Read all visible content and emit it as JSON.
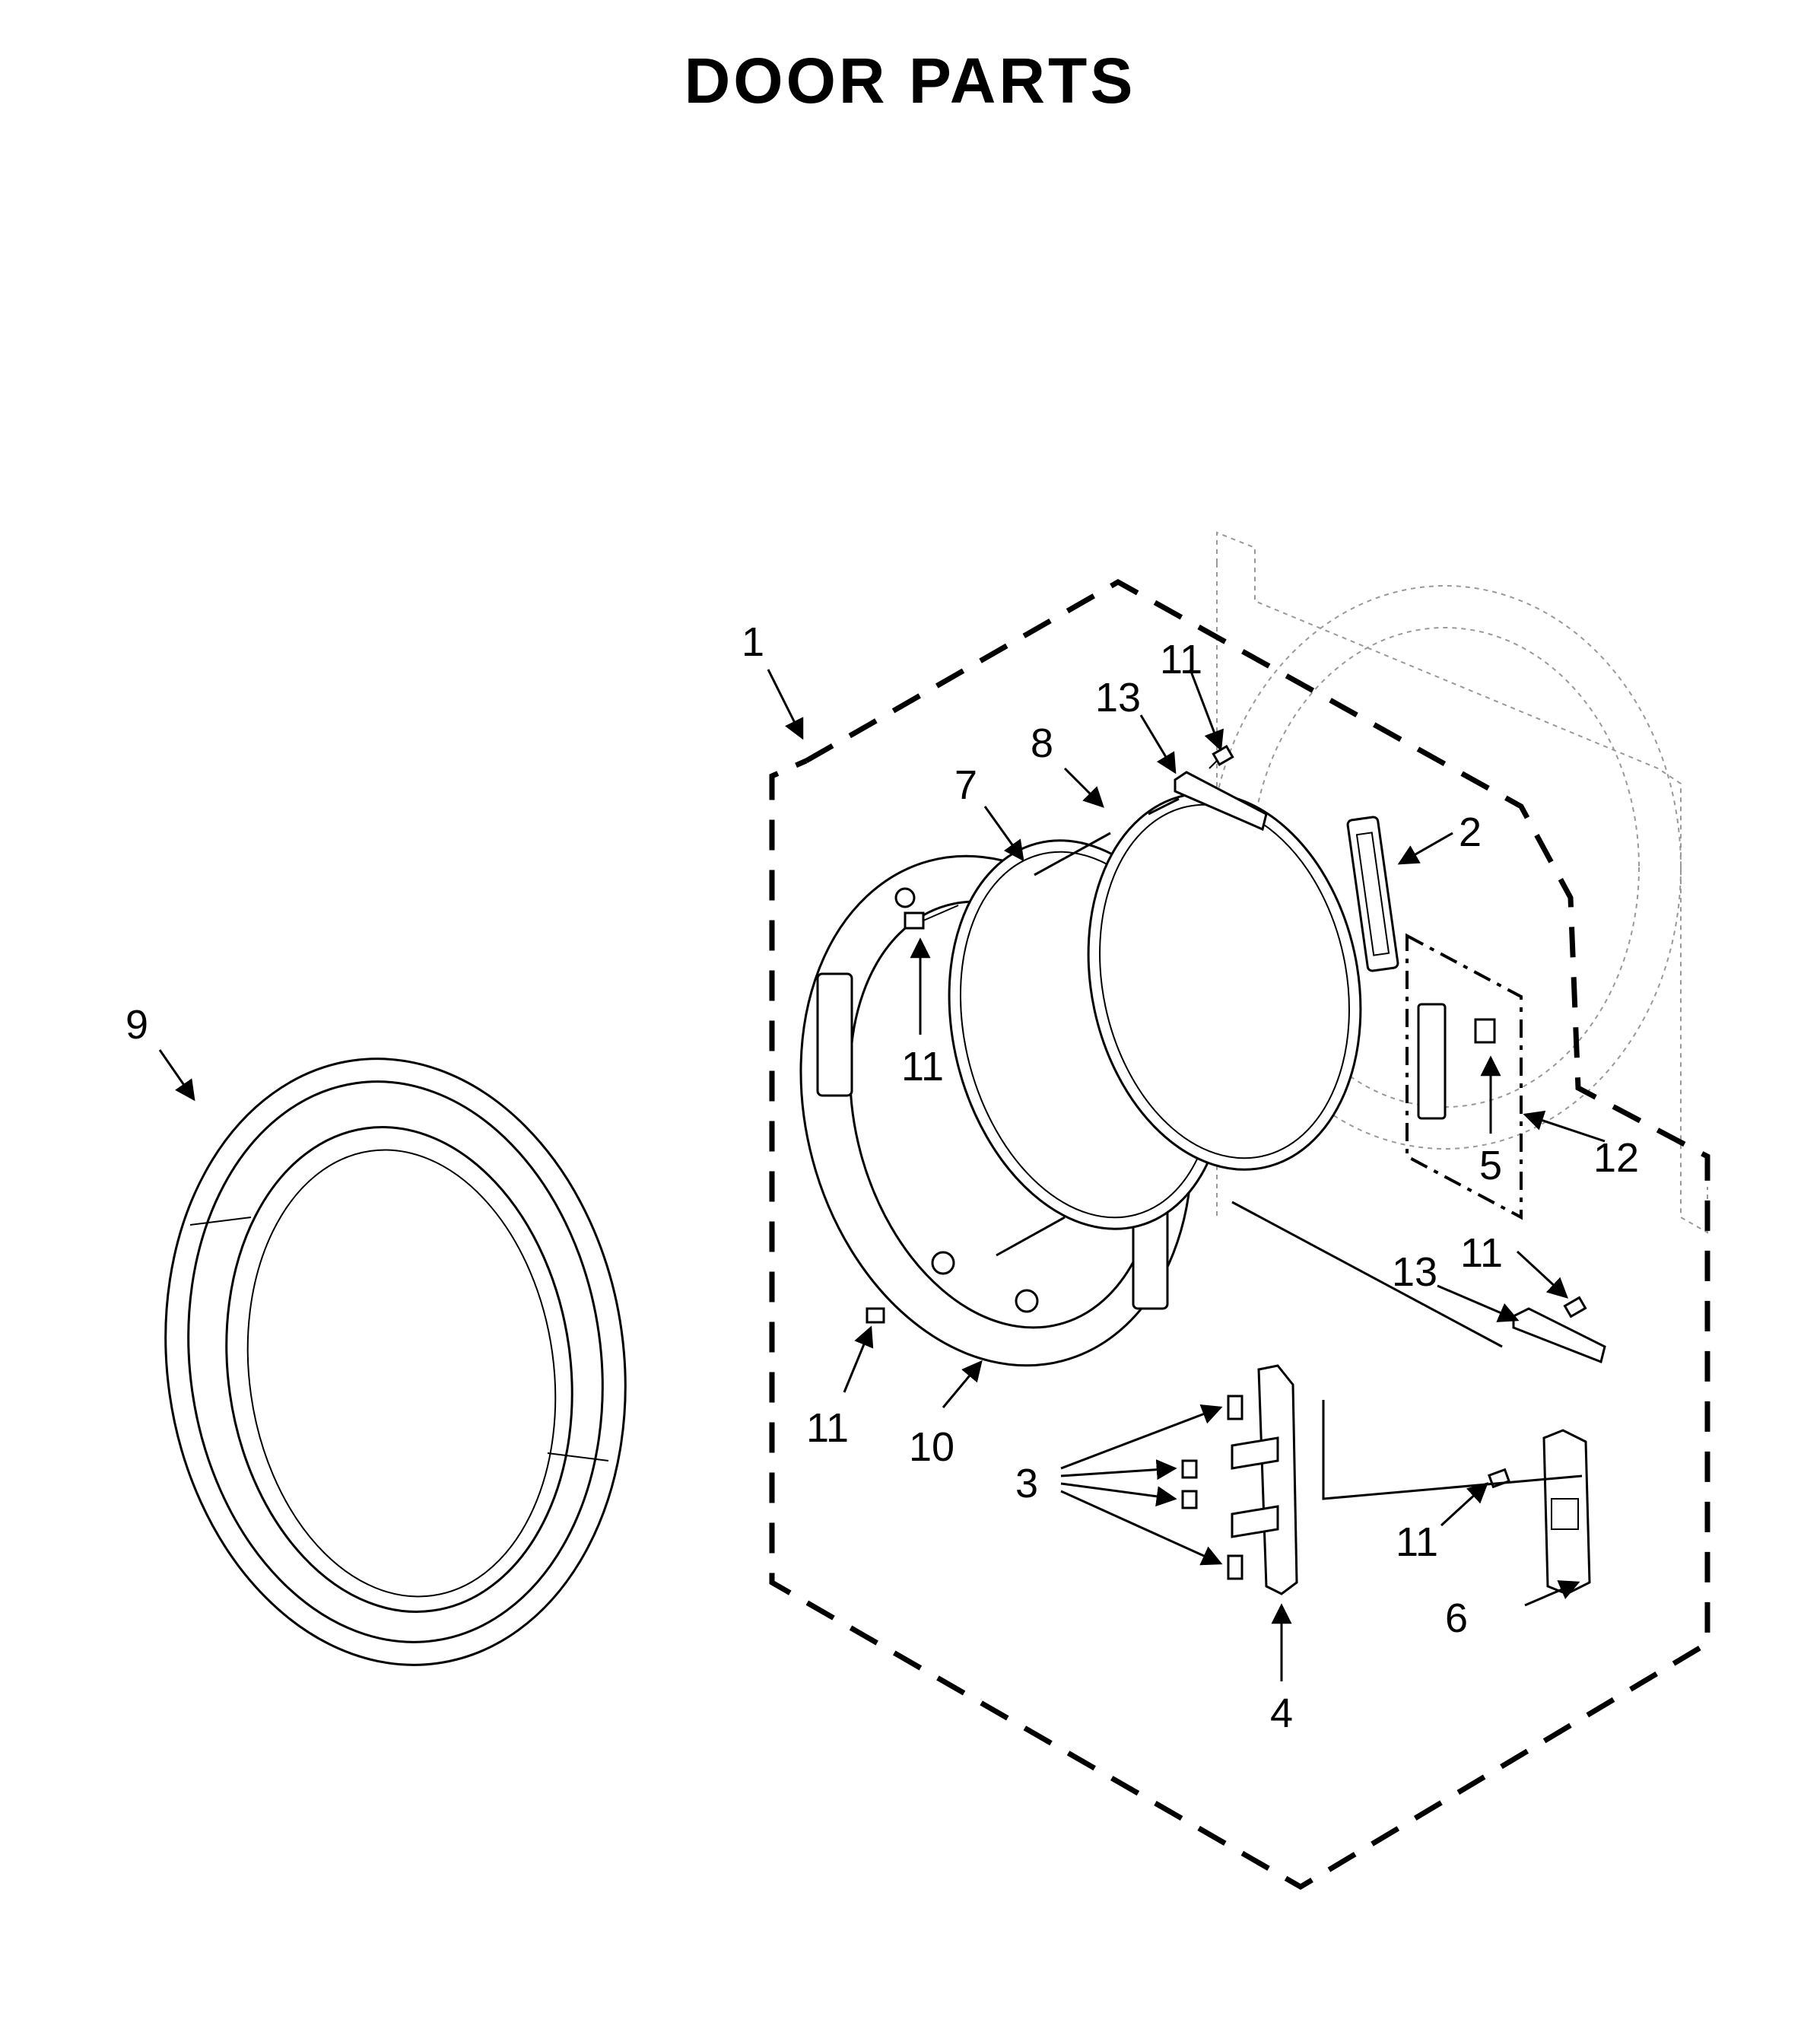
{
  "title": "DOOR PARTS",
  "callouts": {
    "c1": "1",
    "c2": "2",
    "c3": "3",
    "c4": "4",
    "c5": "5",
    "c6": "6",
    "c7": "7",
    "c8": "8",
    "c9": "9",
    "c10": "10",
    "c11a": "11",
    "c11b": "11",
    "c11c": "11",
    "c11d": "11",
    "c11e": "11",
    "c12": "12",
    "c13a": "13",
    "c13b": "13"
  }
}
